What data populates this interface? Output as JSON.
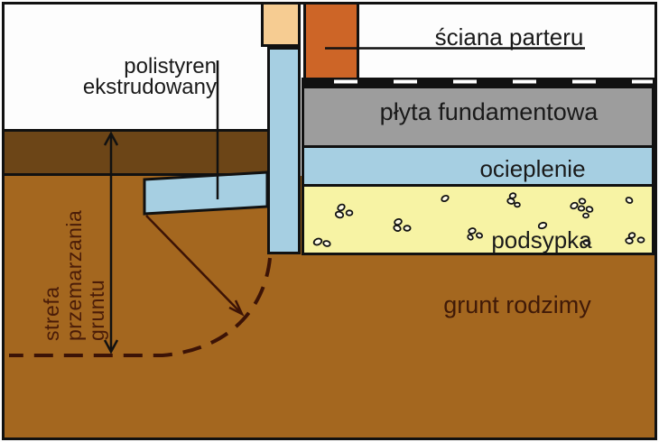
{
  "diagram": {
    "title_context": "foundation slab edge insulation detail",
    "labels": {
      "wall": "ściana parteru",
      "polystyrene_line1": "polistyren",
      "polystyrene_line2": "ekstrudowany",
      "slab": "płyta fundamentowa",
      "insulation_layer": "ocieplenie",
      "bedding": "podsypka",
      "native_soil": "grunt rodzimy",
      "frost_zone_line1": "strefa",
      "frost_zone_line2": "przemarzania",
      "frost_zone_line3": "gruntu"
    },
    "colors": {
      "background": "#fdfdfd",
      "line_black": "#111111",
      "wall_orange": "#cd6527",
      "floor_peach": "#f6cc92",
      "insulation_blue": "#a6cfe2",
      "slab_gray": "#9d9d9d",
      "bedding_yellow": "#f7f3a4",
      "soil_brown": "#a4671f",
      "topsoil_dark": "#6c4517",
      "annotation_maroon": "#3c1306",
      "frost_text": "#4a1c08",
      "soil_text": "#401a08",
      "stone_fill": "#fffce8",
      "membrane_dash_white": "#ffffff"
    },
    "bedding_stones": [
      [
        352,
        268,
        4.5,
        3.2,
        -25
      ],
      [
        362,
        270,
        3.8,
        2.8,
        15
      ],
      [
        378,
        230,
        4.0,
        3.0,
        -35
      ],
      [
        376,
        238,
        4.3,
        3.2,
        20
      ],
      [
        387,
        236,
        3.4,
        2.7,
        0
      ],
      [
        441,
        246,
        4.0,
        3.0,
        -20
      ],
      [
        440,
        253,
        3.8,
        2.9,
        25
      ],
      [
        451,
        253,
        3.6,
        2.8,
        0
      ],
      [
        493,
        220,
        4.0,
        2.8,
        -30
      ],
      [
        523,
        256,
        3.8,
        2.9,
        -15
      ],
      [
        531,
        261,
        3.2,
        2.5,
        20
      ],
      [
        521,
        263,
        3.0,
        2.4,
        40
      ],
      [
        568,
        217,
        3.4,
        2.7,
        -20
      ],
      [
        566,
        223,
        3.8,
        2.9,
        15
      ],
      [
        573,
        227,
        2.9,
        2.3,
        0
      ],
      [
        601,
        250,
        4.4,
        3.0,
        -20
      ],
      [
        636,
        228,
        3.9,
        3.0,
        -30
      ],
      [
        645,
        223,
        3.4,
        2.7,
        10
      ],
      [
        644,
        231,
        3.3,
        2.6,
        0
      ],
      [
        653,
        232,
        3.5,
        2.8,
        20
      ],
      [
        649,
        239,
        3.0,
        2.4,
        0
      ],
      [
        697,
        222,
        3.6,
        2.8,
        30
      ],
      [
        700,
        261,
        3.4,
        2.7,
        -20
      ],
      [
        697,
        267,
        3.8,
        2.9,
        10
      ],
      [
        710,
        266,
        3.5,
        2.7,
        0
      ],
      [
        650,
        269,
        3.6,
        2.8,
        15
      ]
    ]
  }
}
